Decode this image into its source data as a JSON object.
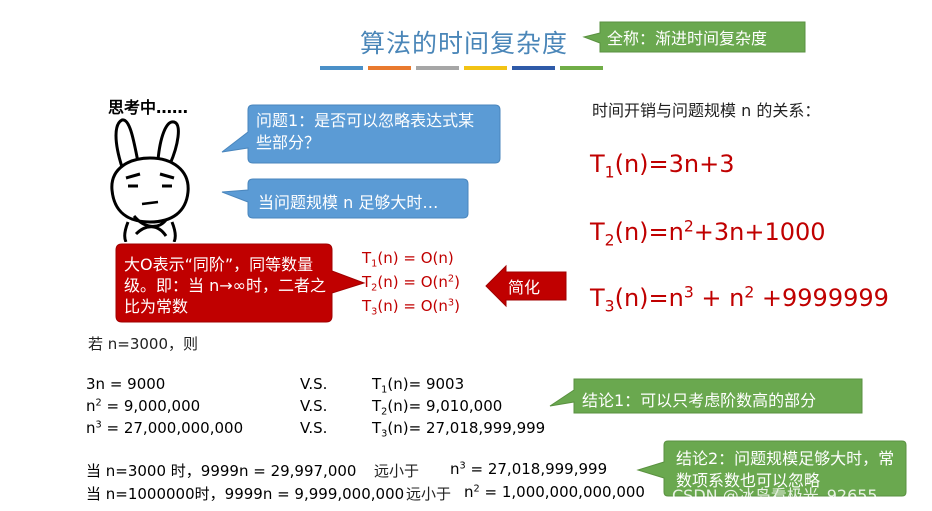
{
  "header": {
    "title": "算法的时间复杂度",
    "fullname_label": "全称：渐进时间复杂度",
    "accent_colors": [
      "#4a90c8",
      "#e97a2e",
      "#a6a6a6",
      "#f2c314",
      "#2e5aa8",
      "#70ad47"
    ]
  },
  "character": {
    "thinking_text": "思考中……",
    "face_icon": "thinking-rabbit-icon"
  },
  "bubbles": {
    "question1": "问题1：是否可以忽略表达式某些部分？",
    "question2": "当问题规模 n 足够大时…",
    "bigo_note": "大O表示“同阶”，同等数量级。即：当 n→∞时，二者之比为常数",
    "simplify_label": "简化",
    "conclusion1": "结论1：可以只考虑阶数高的部分",
    "conclusion2": "结论2：问题规模足够大时，常数项系数也可以忽略"
  },
  "relation": {
    "heading": "时间开销与问题规模 n 的关系：",
    "t1": {
      "T": "T",
      "sub": "1",
      "expr": "(n)=3n+3"
    },
    "t2": {
      "T": "T",
      "sub": "2",
      "expr_a": "(n)=n",
      "sup": "2",
      "expr_b": "+3n+1000"
    },
    "t3": {
      "T": "T",
      "sub": "3",
      "expr_a": "(n)=n",
      "sup1": "3",
      "expr_b": " + n",
      "sup2": "2",
      "expr_c": " +9999999"
    }
  },
  "bigo": {
    "o1": {
      "T": "T",
      "sub": "1",
      "expr": "(n) = O(n)"
    },
    "o2": {
      "T": "T",
      "sub": "2",
      "expr_a": "(n) = O(n",
      "sup": "2",
      "expr_b": ")"
    },
    "o3": {
      "T": "T",
      "sub": "3",
      "expr_a": "(n) = O(n",
      "sup": "3",
      "expr_b": ")"
    }
  },
  "comparison": {
    "intro": "若 n=3000，则",
    "rows": [
      {
        "left": "3n = 9000",
        "vs": "V.S.",
        "T": "T",
        "sub": "1",
        "right": "(n)= 9003"
      },
      {
        "left_a": "n",
        "left_sup": "2",
        "left_b": " = 9,000,000",
        "vs": "V.S.",
        "T": "T",
        "sub": "2",
        "right": "(n)= 9,010,000"
      },
      {
        "left_a": "n",
        "left_sup": "3",
        "left_b": " = 27,000,000,000",
        "vs": "V.S.",
        "T": "T",
        "sub": "3",
        "right": "(n)= 27,018,999,999"
      }
    ],
    "line1_a": "当 n=3000 时，9999n = 29,997,000",
    "line1_mid": "远小于",
    "line1_b_a": "n",
    "line1_b_sup": "3",
    "line1_b_b": " = 27,018,999,999",
    "line2_a": "当 n=1000000时，9999n = 9,999,000,000",
    "line2_mid": "远小于",
    "line2_b_a": " n",
    "line2_b_sup": "2",
    "line2_b_b": " = 1,000,000,000,000"
  },
  "watermark": "CSDN @冰岛看极光_92655"
}
